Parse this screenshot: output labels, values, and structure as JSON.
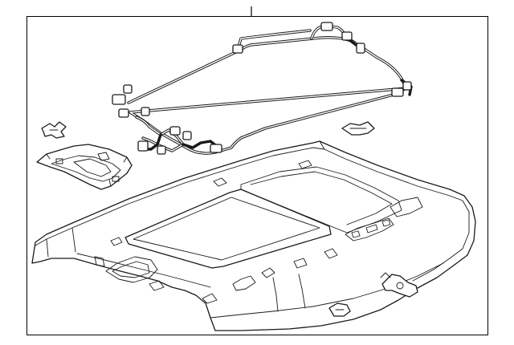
{
  "diagram": {
    "view": "exploded-parts-illustration",
    "line_color": "#1a1a1a",
    "background_color": "#ffffff",
    "frame_border_color": "#000000",
    "parts": [
      {
        "id": "headliner-panel"
      },
      {
        "id": "roof-wiring-harness"
      },
      {
        "id": "overhead-console-bracket"
      },
      {
        "id": "harness-clip-left"
      },
      {
        "id": "harness-clip-right"
      },
      {
        "id": "sunshade-bracket"
      },
      {
        "id": "retainer-clip"
      }
    ]
  }
}
